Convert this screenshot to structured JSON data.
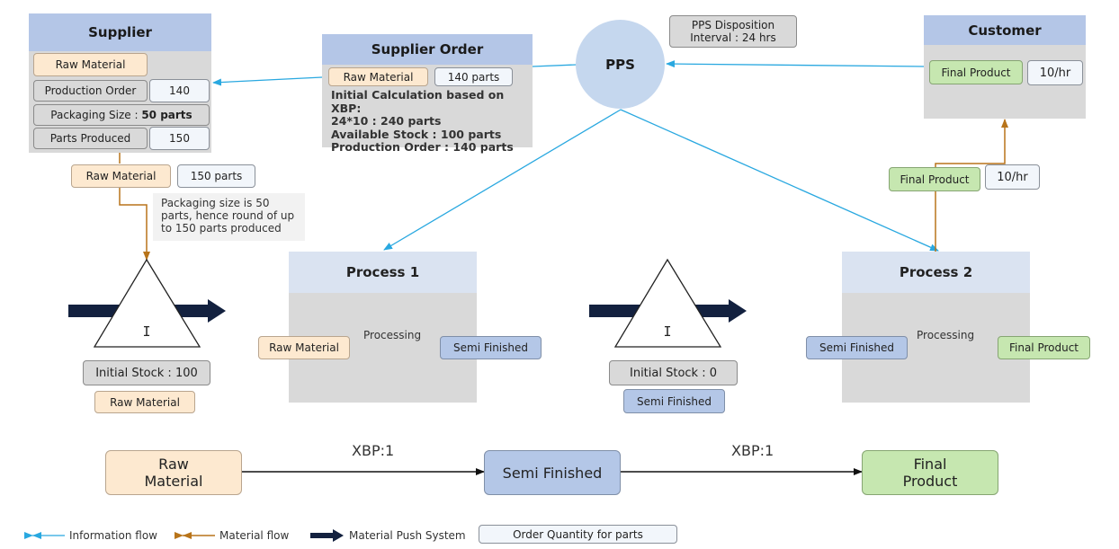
{
  "supplier": {
    "title": "Supplier",
    "raw_material": "Raw Material",
    "production_order_label": "Production Order",
    "production_order_value": "140",
    "packaging_label": "Packaging Size : ",
    "packaging_value": "50 parts",
    "parts_produced_label": "Parts Produced",
    "parts_produced_value": "150"
  },
  "supplier_order": {
    "title": "Supplier Order",
    "raw_material": "Raw Material",
    "parts": "140 parts",
    "calc_lines": [
      "Initial Calculation based on XBP:",
      "24*10 : 240 parts",
      "Available Stock : 100 parts",
      "Production Order : 140 parts"
    ]
  },
  "pps": {
    "label": "PPS"
  },
  "pps_disposition": {
    "line1": "PPS Disposition",
    "line2": "Interval : 24 hrs"
  },
  "customer": {
    "title": "Customer",
    "product": "Final Product",
    "rate": "10/hr"
  },
  "supplier_shipment": {
    "material": "Raw Material",
    "parts": "150 parts"
  },
  "packaging_note": "Packaging size is 50 parts, hence round of up to 150 parts produced",
  "inventory1": {
    "symbol": "I",
    "stock": "Initial Stock : 100",
    "material": "Raw Material"
  },
  "inventory2": {
    "symbol": "I",
    "stock": "Initial Stock : 0",
    "material": "Semi Finished"
  },
  "process1": {
    "title": "Process 1",
    "input": "Raw Material",
    "action": "Processing",
    "output": "Semi Finished"
  },
  "process2": {
    "title": "Process 2",
    "input": "Semi Finished",
    "action": "Processing",
    "output": "Final Product"
  },
  "customer_delivery": {
    "product": "Final Product",
    "rate": "10/hr"
  },
  "bom": {
    "raw_material": "Raw Material",
    "semi_finished": "Semi Finished",
    "final_product": "Final Product",
    "ratio1": "XBP:1",
    "ratio2": "XBP:1"
  },
  "legend": {
    "information_flow": "Information flow",
    "material_flow": "Material flow",
    "push_system": "Material Push System",
    "order_quantity": "Order Quantity for parts"
  },
  "colors": {
    "information_flow": "#29a8e0",
    "material_flow": "#b8741a",
    "push_arrow": "#13213f",
    "header_blue": "#b4c6e7",
    "raw_material": "#fde9d0",
    "semi_finished": "#b4c7e7",
    "final_product": "#c6e7b0"
  }
}
